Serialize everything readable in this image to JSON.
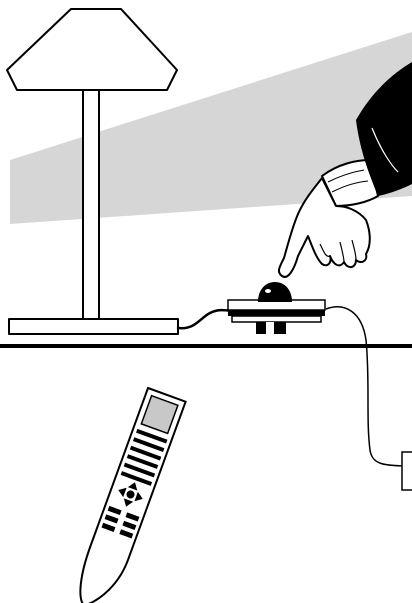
{
  "illustration": {
    "objects": [
      "lamp",
      "hand-pointing",
      "push-button-switch",
      "cable",
      "remote-control"
    ],
    "colors": {
      "background": "#ffffff",
      "ink": "#000000",
      "wall_band": "#d6d6d6",
      "remote_screen": "#c8c8c8"
    }
  }
}
